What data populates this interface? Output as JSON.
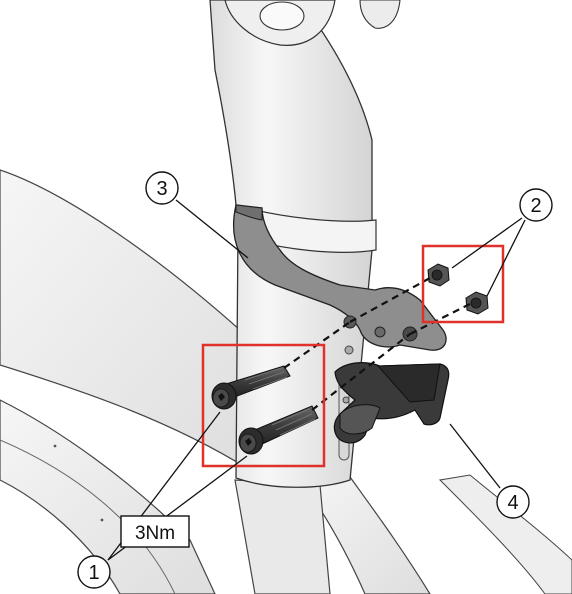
{
  "callouts": {
    "bolts": "1",
    "nuts": "2",
    "clamp_plate": "3",
    "clip": "4"
  },
  "torque_label": "3Nm",
  "colors": {
    "highlight_box": "#e0312b",
    "frame_light": "#f3f3f3",
    "frame_shadow": "#d2d2d2",
    "plate": "#8e8e8e",
    "hardware": "#3a3a3a",
    "outline": "#1a1a1a"
  }
}
